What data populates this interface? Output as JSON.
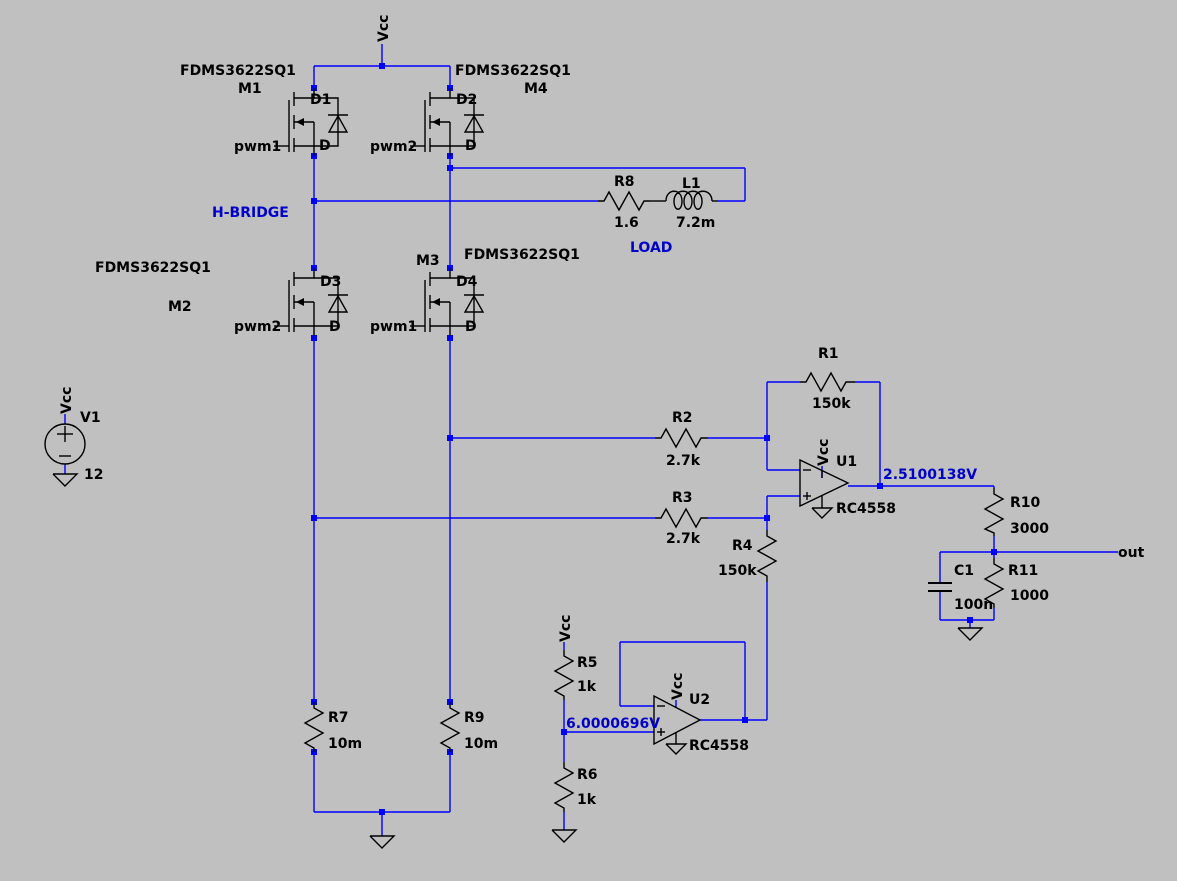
{
  "schematic": {
    "supply_net": "Vcc",
    "mosfets": [
      {
        "ref": "M1",
        "model": "FDMS3622SQ1",
        "gate": "pwm1",
        "diode": "D1",
        "diode_pin": "D"
      },
      {
        "ref": "M4",
        "model": "FDMS3622SQ1",
        "gate": "pwm2",
        "diode": "D2",
        "diode_pin": "D"
      },
      {
        "ref": "M2",
        "model": "FDMS3622SQ1",
        "gate": "pwm2",
        "diode": "D3",
        "diode_pin": "D"
      },
      {
        "ref": "M3",
        "model": "FDMS3622SQ1",
        "gate": "pwm1",
        "diode": "D4",
        "diode_pin": "D"
      }
    ],
    "hbridge_label": "H-BRIDGE",
    "load_label": "LOAD",
    "load": {
      "r8": {
        "ref": "R8",
        "value": "1.6"
      },
      "l1": {
        "ref": "L1",
        "value": "7.2m"
      }
    },
    "v1": {
      "ref": "V1",
      "value": "12",
      "net": "Vcc"
    },
    "resistors": {
      "r1": {
        "ref": "R1",
        "value": "150k"
      },
      "r2": {
        "ref": "R2",
        "value": "2.7k"
      },
      "r3": {
        "ref": "R3",
        "value": "2.7k"
      },
      "r4": {
        "ref": "R4",
        "value": "150k"
      },
      "r5": {
        "ref": "R5",
        "value": "1k"
      },
      "r6": {
        "ref": "R6",
        "value": "1k"
      },
      "r7": {
        "ref": "R7",
        "value": "10m"
      },
      "r9": {
        "ref": "R9",
        "value": "10m"
      },
      "r10": {
        "ref": "R10",
        "value": "3000"
      },
      "r11": {
        "ref": "R11",
        "value": "1000"
      }
    },
    "c1": {
      "ref": "C1",
      "value": "100n"
    },
    "u1": {
      "ref": "U1",
      "model": "RC4558",
      "supply": "Vcc"
    },
    "u2": {
      "ref": "U2",
      "model": "RC4558",
      "supply": "Vcc"
    },
    "probes": {
      "u1_out": "2.5100138V",
      "u2_in": "6.0000696V"
    },
    "out_label": "out",
    "colors": {
      "background": "#c0c0c0",
      "wire": "#0000ff",
      "annotation": "#0000c8",
      "component": "#000000"
    }
  }
}
